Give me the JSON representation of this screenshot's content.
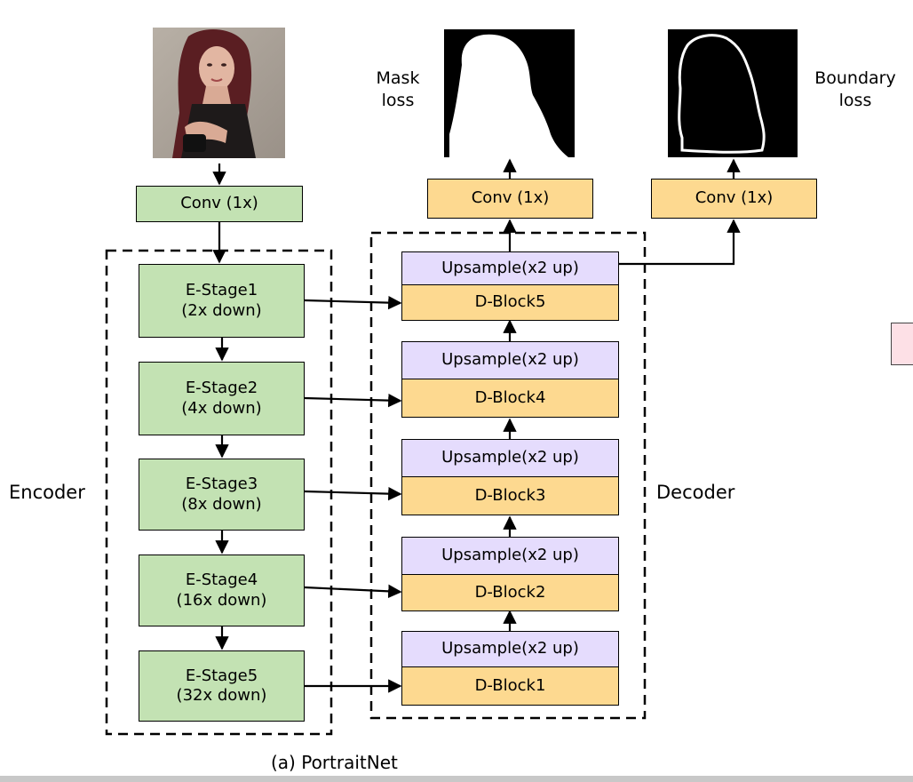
{
  "input": {
    "subject": "portrait-photo"
  },
  "outputs": {
    "mask_label_1": "Mask",
    "mask_label_2": "loss",
    "boundary_label_1": "Boundary",
    "boundary_label_2": "loss"
  },
  "convs": {
    "input_conv": "Conv (1x)",
    "mask_conv": "Conv (1x)",
    "boundary_conv": "Conv (1x)"
  },
  "encoder": {
    "label": "Encoder",
    "stages": [
      {
        "name": "E-Stage1",
        "scale": "(2x down)"
      },
      {
        "name": "E-Stage2",
        "scale": "(4x down)"
      },
      {
        "name": "E-Stage3",
        "scale": "(8x down)"
      },
      {
        "name": "E-Stage4",
        "scale": "(16x down)"
      },
      {
        "name": "E-Stage5",
        "scale": "(32x down)"
      }
    ]
  },
  "decoder": {
    "label": "Decoder",
    "blocks": [
      {
        "upsample": "Upsample(x2 up)",
        "block": "D-Block5"
      },
      {
        "upsample": "Upsample(x2 up)",
        "block": "D-Block4"
      },
      {
        "upsample": "Upsample(x2 up)",
        "block": "D-Block3"
      },
      {
        "upsample": "Upsample(x2 up)",
        "block": "D-Block2"
      },
      {
        "upsample": "Upsample(x2 up)",
        "block": "D-Block1"
      }
    ]
  },
  "caption": "(a) PortraitNet",
  "colors": {
    "encoder_fill": "#c3e2b3",
    "decoder_fill": "#fdd990",
    "upsample_fill": "#e5dcfd"
  }
}
